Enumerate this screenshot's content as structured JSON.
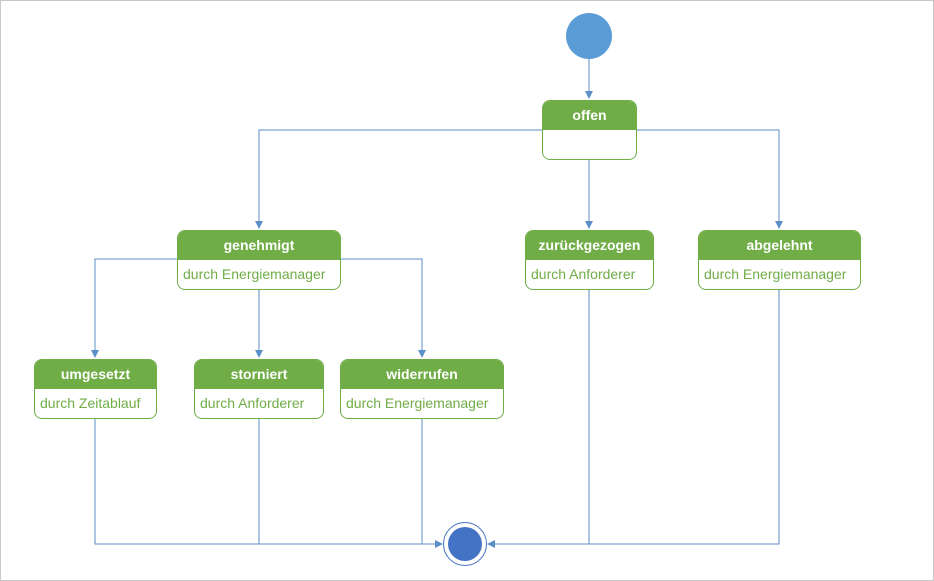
{
  "colors": {
    "state_fill": "#70ad47",
    "state_text": "#ffffff",
    "trigger_text": "#70ad47",
    "edge": "#5b8fc7",
    "initial_node": "#5b9bd5",
    "final_node": "#4472c4"
  },
  "states": {
    "offen": {
      "name": "offen",
      "trigger": ""
    },
    "genehmigt": {
      "name": "genehmigt",
      "trigger": "durch Energiemanager"
    },
    "zurueckgezogen": {
      "name": "zurückgezogen",
      "trigger": "durch Anforderer"
    },
    "abgelehnt": {
      "name": "abgelehnt",
      "trigger": "durch Energiemanager"
    },
    "umgesetzt": {
      "name": "umgesetzt",
      "trigger": "durch Zeitablauf"
    },
    "storniert": {
      "name": "storniert",
      "trigger": "durch Anforderer"
    },
    "widerrufen": {
      "name": "widerrufen",
      "trigger": "durch Energiemanager"
    }
  }
}
